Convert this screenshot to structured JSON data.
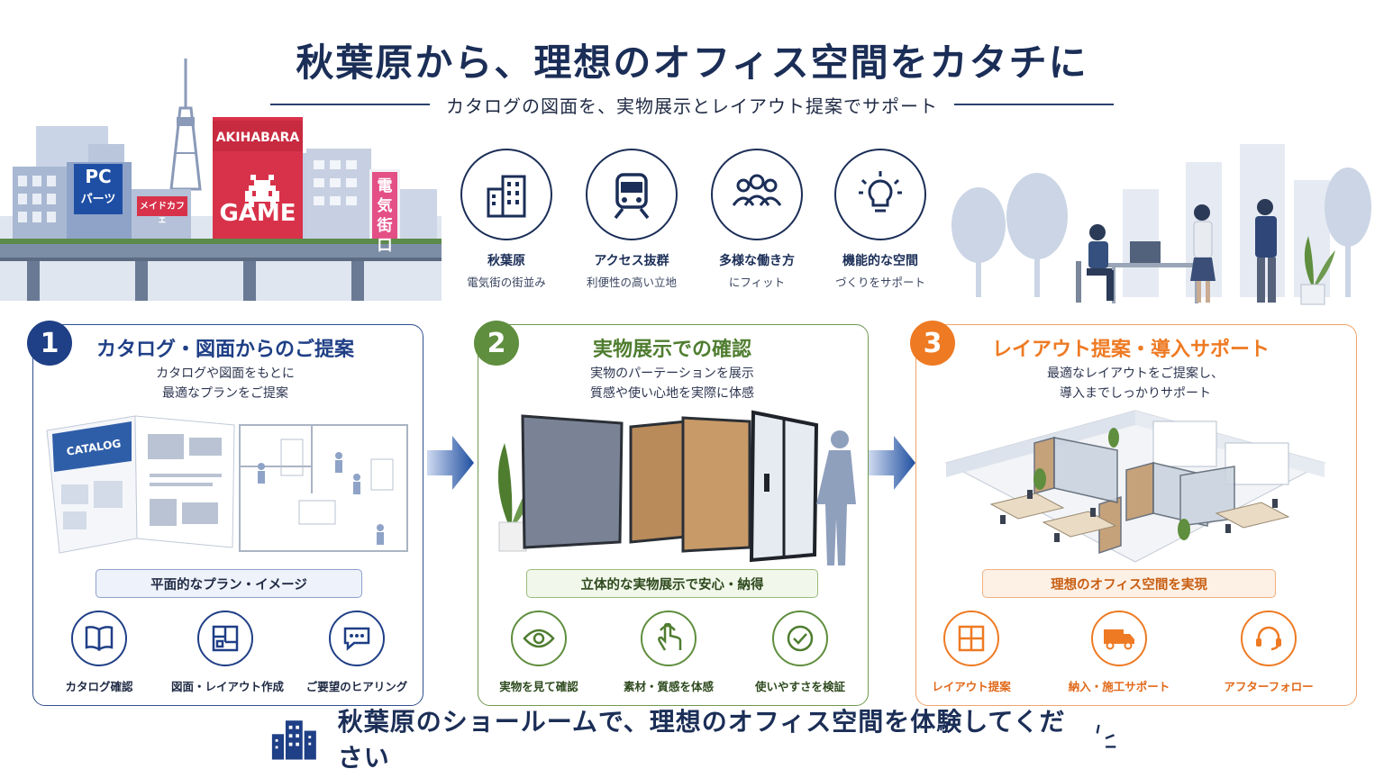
{
  "header": {
    "title": "秋葉原から、理想のオフィス空間をカタチに",
    "subtitle": "カタログの図面を、実物展示とレイアウト提案でサポート"
  },
  "city": {
    "pc_sign_1": "PC",
    "pc_sign_2": "パーツ",
    "maid_sign": "メイドカフェ",
    "akiba_sign": "AKIHABARA",
    "game_sign": "GAME",
    "denki_sign": "電気街口"
  },
  "features": [
    {
      "title": "秋葉原",
      "sub": "電気街の街並み",
      "icon": "building-icon"
    },
    {
      "title": "アクセス抜群",
      "sub": "利便性の高い立地",
      "icon": "train-icon"
    },
    {
      "title": "多様な働き方",
      "sub": "にフィット",
      "icon": "people-icon"
    },
    {
      "title": "機能的な空間",
      "sub": "づくりをサポート",
      "icon": "lightbulb-icon"
    }
  ],
  "steps": [
    {
      "number": "1",
      "title": "カタログ・図面からのご提案",
      "desc1": "カタログや図面をもとに",
      "desc2": "最適なプランをご提案",
      "catalog_label": "CATALOG",
      "pill": "平面的なプラン・イメージ",
      "items": [
        {
          "label": "カタログ確認",
          "icon": "book-icon"
        },
        {
          "label": "図面・レイアウト作成",
          "icon": "floorplan-icon"
        },
        {
          "label": "ご要望のヒアリング",
          "icon": "chat-icon"
        }
      ],
      "color": "#1f3f86"
    },
    {
      "number": "2",
      "title": "実物展示での確認",
      "desc1": "実物のパーテーションを展示",
      "desc2": "質感や使い心地を実際に体感",
      "pill": "立体的な実物展示で安心・納得",
      "items": [
        {
          "label": "実物を見て確認",
          "icon": "eye-icon"
        },
        {
          "label": "素材・質感を体感",
          "icon": "touch-icon"
        },
        {
          "label": "使いやすさを検証",
          "icon": "check-icon"
        }
      ],
      "color": "#5f8e3e"
    },
    {
      "number": "3",
      "title": "レイアウト提案・導入サポート",
      "desc1": "最適なレイアウトをご提案し、",
      "desc2": "導入までしっかりサポート",
      "pill": "理想のオフィス空間を実現",
      "items": [
        {
          "label": "レイアウト提案",
          "icon": "layout-icon"
        },
        {
          "label": "納入・施工サポート",
          "icon": "truck-icon"
        },
        {
          "label": "アフターフォロー",
          "icon": "headset-icon"
        }
      ],
      "color": "#ee7a23"
    }
  ],
  "footer": {
    "text": "秋葉原のショールームで、理想のオフィス空間を体験してください"
  }
}
